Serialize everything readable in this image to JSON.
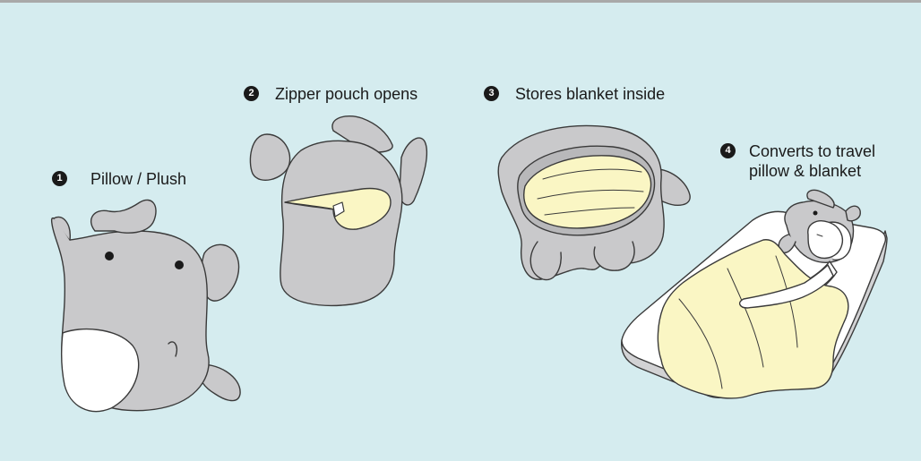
{
  "steps": [
    {
      "number": "1",
      "text": "Pillow / Plush"
    },
    {
      "number": "2",
      "text": "Zipper pouch opens"
    },
    {
      "number": "3",
      "text": "Stores blanket inside"
    },
    {
      "number": "4",
      "text": "Converts to travel\npillow & blanket"
    }
  ],
  "colors": {
    "background": "#d5ecef",
    "plush_gray": "#c9c9cb",
    "outline": "#3a3a3a",
    "blanket_yellow": "#faf6c4",
    "white_patch": "#ffffff"
  }
}
